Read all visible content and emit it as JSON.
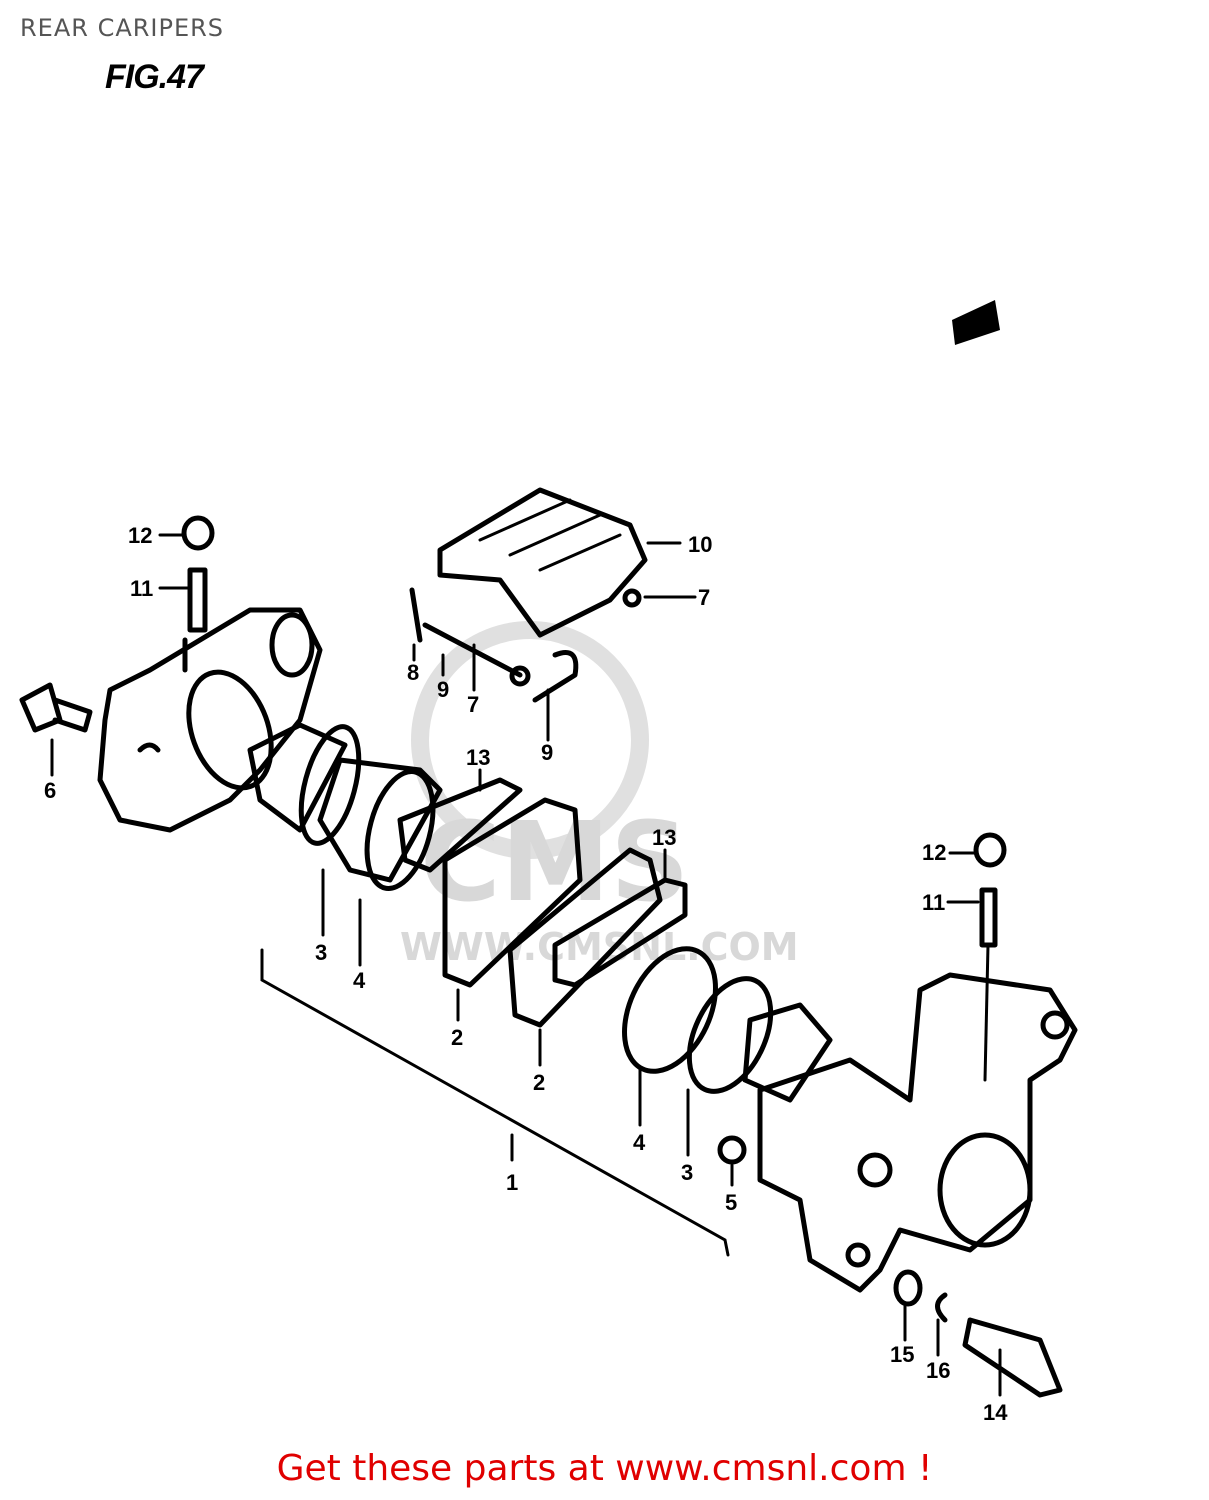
{
  "header": {
    "title": "REAR CARIPERS",
    "figure": "FIG.47"
  },
  "footer": {
    "text": "Get these parts at www.cmsnl.com !"
  },
  "watermark": {
    "brand": "CMS",
    "url": "WWW.CMSNL.COM"
  },
  "labels": [
    {
      "id": "12",
      "text": "12"
    },
    {
      "id": "11",
      "text": "11"
    },
    {
      "id": "6",
      "text": "6"
    },
    {
      "id": "10",
      "text": "10"
    },
    {
      "id": "7a",
      "text": "7"
    },
    {
      "id": "8",
      "text": "8"
    },
    {
      "id": "9a",
      "text": "9"
    },
    {
      "id": "7b",
      "text": "7"
    },
    {
      "id": "9b",
      "text": "9"
    },
    {
      "id": "13a",
      "text": "13"
    },
    {
      "id": "13b",
      "text": "13"
    },
    {
      "id": "3a",
      "text": "3"
    },
    {
      "id": "4a",
      "text": "4"
    },
    {
      "id": "2a",
      "text": "2"
    },
    {
      "id": "2b",
      "text": "2"
    },
    {
      "id": "4b",
      "text": "4"
    },
    {
      "id": "3b",
      "text": "3"
    },
    {
      "id": "5",
      "text": "5"
    },
    {
      "id": "1",
      "text": "1"
    },
    {
      "id": "12b",
      "text": "12"
    },
    {
      "id": "11b",
      "text": "11"
    },
    {
      "id": "15",
      "text": "15"
    },
    {
      "id": "16",
      "text": "16"
    },
    {
      "id": "14",
      "text": "14"
    }
  ]
}
